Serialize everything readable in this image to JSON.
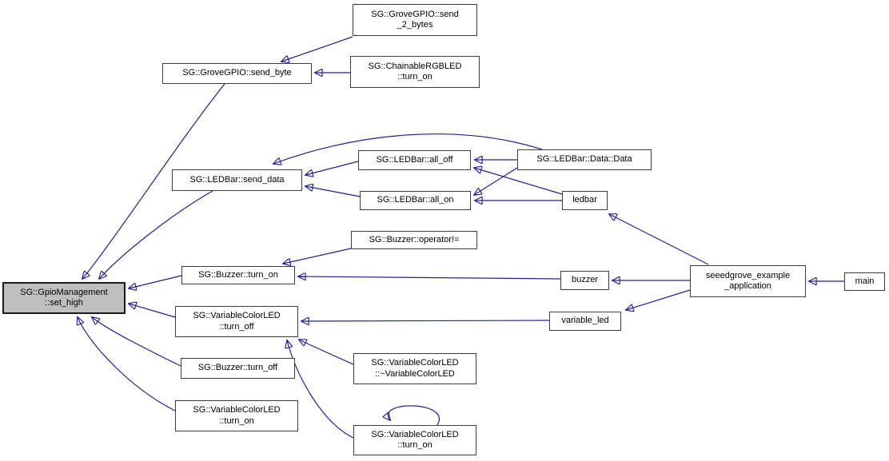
{
  "diagram": {
    "type": "doxygen-caller-graph",
    "background_color": "#ffffff",
    "edge_color": "#21218c",
    "node_fill": "#ffffff",
    "node_border": "#3c3c3c",
    "highlight_node_fill": "#bfbfbf",
    "highlight_node_border": "#1c1c1c"
  },
  "nodes": {
    "send_2_bytes": {
      "label": "SG::GroveGPIO::send\n_2_bytes"
    },
    "chainable_turn_on": {
      "label": "SG::ChainableRGBLED\n::turn_on"
    },
    "send_byte": {
      "label": "SG::GroveGPIO::send_byte"
    },
    "send_data": {
      "label": "SG::LEDBar::send_data"
    },
    "all_off": {
      "label": "SG::LEDBar::all_off"
    },
    "all_on": {
      "label": "SG::LEDBar::all_on"
    },
    "data_data": {
      "label": "SG::LEDBar::Data::Data"
    },
    "ledbar": {
      "label": "ledbar"
    },
    "operator_ne": {
      "label": "SG::Buzzer::operator!="
    },
    "buzzer_turn_on": {
      "label": "SG::Buzzer::turn_on"
    },
    "set_high": {
      "label": "SG::GpioManagement\n::set_high"
    },
    "vcl_turn_off": {
      "label": "SG::VariableColorLED\n::turn_off"
    },
    "buzzer": {
      "label": "buzzer"
    },
    "variable_led": {
      "label": "variable_led"
    },
    "seeedgrove_example_application": {
      "label": "seeedgrove_example\n_application"
    },
    "main": {
      "label": "main"
    },
    "buzzer_turn_off": {
      "label": "SG::Buzzer::turn_off"
    },
    "vcl_turn_on_left": {
      "label": "SG::VariableColorLED\n::turn_on"
    },
    "vcl_destructor": {
      "label": "SG::VariableColorLED\n::~VariableColorLED"
    },
    "vcl_turn_on_bottom": {
      "label": "SG::VariableColorLED\n::turn_on"
    }
  },
  "edges": [
    {
      "from": "SG::GroveGPIO::send_2_bytes",
      "to": "SG::GroveGPIO::send_byte"
    },
    {
      "from": "SG::ChainableRGBLED::turn_on",
      "to": "SG::GroveGPIO::send_byte"
    },
    {
      "from": "SG::GroveGPIO::send_byte",
      "to": "SG::GpioManagement::set_high"
    },
    {
      "from": "SG::LEDBar::send_data",
      "to": "SG::GpioManagement::set_high"
    },
    {
      "from": "SG::LEDBar::all_off",
      "to": "SG::LEDBar::send_data"
    },
    {
      "from": "SG::LEDBar::all_on",
      "to": "SG::LEDBar::send_data"
    },
    {
      "from": "SG::LEDBar::Data::Data",
      "to": "SG::LEDBar::send_data"
    },
    {
      "from": "SG::LEDBar::Data::Data",
      "to": "SG::LEDBar::all_off"
    },
    {
      "from": "SG::LEDBar::Data::Data",
      "to": "SG::LEDBar::all_on"
    },
    {
      "from": "ledbar",
      "to": "SG::LEDBar::all_off"
    },
    {
      "from": "ledbar",
      "to": "SG::LEDBar::all_on"
    },
    {
      "from": "SG::Buzzer::operator!=",
      "to": "SG::Buzzer::turn_on"
    },
    {
      "from": "buzzer",
      "to": "SG::Buzzer::turn_on"
    },
    {
      "from": "SG::Buzzer::turn_on",
      "to": "SG::GpioManagement::set_high"
    },
    {
      "from": "variable_led",
      "to": "SG::VariableColorLED::turn_off"
    },
    {
      "from": "SG::VariableColorLED::turn_off",
      "to": "SG::GpioManagement::set_high"
    },
    {
      "from": "SG::VariableColorLED::~VariableColorLED",
      "to": "SG::VariableColorLED::turn_off"
    },
    {
      "from": "SG::VariableColorLED::turn_on",
      "to": "SG::VariableColorLED::turn_off"
    },
    {
      "from": "SG::VariableColorLED::turn_on",
      "to": "SG::VariableColorLED::turn_on"
    },
    {
      "from": "SG::Buzzer::turn_off",
      "to": "SG::GpioManagement::set_high"
    },
    {
      "from": "SG::VariableColorLED::turn_on",
      "to": "SG::GpioManagement::set_high"
    },
    {
      "from": "seeedgrove_example_application",
      "to": "ledbar"
    },
    {
      "from": "seeedgrove_example_application",
      "to": "buzzer"
    },
    {
      "from": "seeedgrove_example_application",
      "to": "variable_led"
    },
    {
      "from": "main",
      "to": "seeedgrove_example_application"
    }
  ]
}
